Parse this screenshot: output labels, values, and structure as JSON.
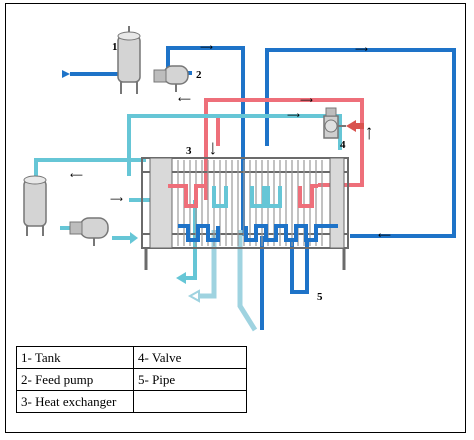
{
  "diagram": {
    "numbers": [
      "1",
      "2",
      "3",
      "4",
      "5"
    ],
    "colors": {
      "product_blue": "#1e73c8",
      "hot_red": "#ee6f7a",
      "cooling_cyan": "#66c6d6",
      "outlet_light": "#9fd3e0",
      "tank_gray": "#bfbfbf",
      "frame_gray": "#6b6b6b"
    },
    "icons": [
      "tank",
      "feed-pump",
      "heat-exchanger",
      "valve",
      "pipe",
      "flow-arrow"
    ]
  },
  "legend": {
    "rows": [
      [
        "1- Tank",
        "4- Valve"
      ],
      [
        "2- Feed pump",
        "5- Pipe"
      ],
      [
        "3- Heat exchanger",
        ""
      ]
    ]
  }
}
